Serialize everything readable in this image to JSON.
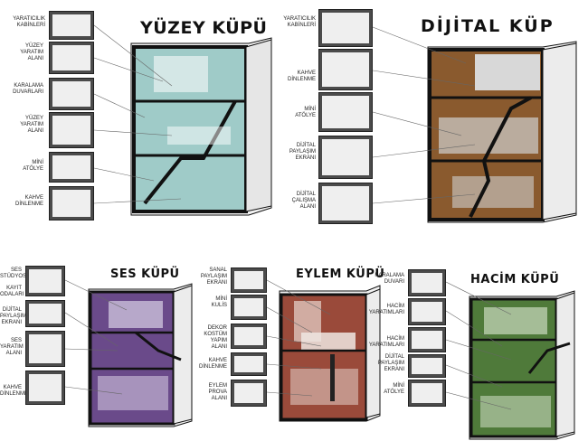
{
  "colors": {
    "glass": "#9fcbc8",
    "wood": "#8a5a2e",
    "violet": "#6a4a8a",
    "terracotta": "#9a4a3a",
    "green": "#4f7a3a",
    "frame": "#111111"
  },
  "cubes": [
    {
      "id": "yuzey",
      "title": "YÜZEY KÜPÜ",
      "labels": [
        "YARATICILIK\nKABİNLERİ",
        "YÜZEY\nYARATIM\nALANI",
        "KARALAMA\nDUVARLARI",
        "YÜZEY\nYARATIM\nALANI",
        "MİNİ\nATÖLYE",
        "KAHVE\nDİNLENME"
      ]
    },
    {
      "id": "dijital",
      "title": "DİJİTAL KÜP",
      "labels": [
        "YARATICILIK\nKABİNLERİ",
        "KAHVE\nDİNLENME",
        "MİNİ\nATÖLYE",
        "DİJİTAL\nPAYLAŞIM\nEKRANI",
        "DİJİTAL\nÇALIŞMA\nALANI"
      ]
    },
    {
      "id": "ses",
      "title": "SES KÜPÜ",
      "labels": [
        "SES\nSTÜDYOSU",
        "KAYIT\nODALARI",
        "DİJİTAL\nPAYLAŞIM\nEKRANI",
        "SES\nYARATIM\nALANI",
        "KAHVE\nDİNLENME"
      ]
    },
    {
      "id": "eylem",
      "title": "EYLEM KÜPÜ",
      "labels": [
        "SANAL\nPAYLAŞIM\nEKRANI",
        "MİNİ\nKULİS",
        "DEKOR\nKOSTÜM\nYAPIM\nALANI",
        "KAHVE\nDİNLENME",
        "EYLEM\nPROVA\nALANI"
      ]
    },
    {
      "id": "hacim",
      "title": "HACİM KÜPÜ",
      "labels": [
        "KARALAMA\nDUVARI",
        "HACİM\nYARATIMLARI",
        "HACİM\nYARATIMLARI",
        "DİJİTAL\nPAYLAŞIM\nEKRANI",
        "MİNİ\nATÖLYE"
      ]
    }
  ]
}
